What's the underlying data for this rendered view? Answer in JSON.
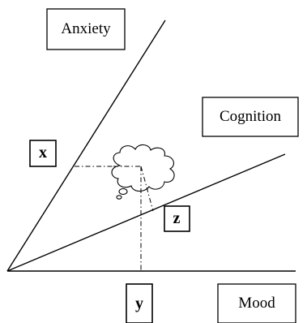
{
  "diagram": {
    "axes": {
      "anxiety": "Anxiety",
      "cognition": "Cognition",
      "mood": "Mood"
    },
    "projections": {
      "x": "x",
      "y": "y",
      "z": "z"
    },
    "colors": {
      "ink": "#000000",
      "background": "#ffffff"
    },
    "icons": {
      "thought": "thought-cloud-icon"
    }
  }
}
